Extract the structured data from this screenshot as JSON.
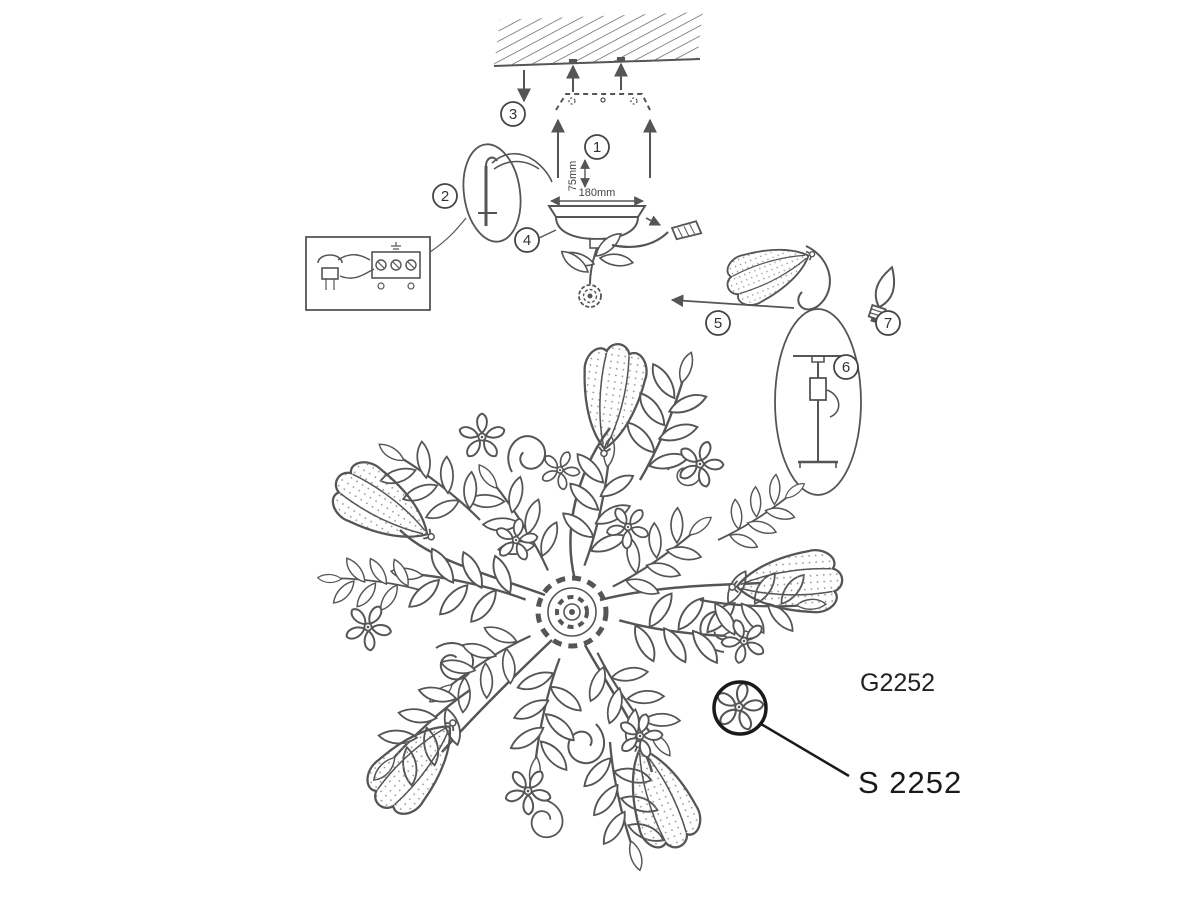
{
  "labels": {
    "model_g": "G2252",
    "model_s": "S 2252",
    "dim_width": "180mm",
    "dim_height": "75mm"
  },
  "steps": [
    "1",
    "2",
    "3",
    "4",
    "5",
    "6",
    "7"
  ]
}
